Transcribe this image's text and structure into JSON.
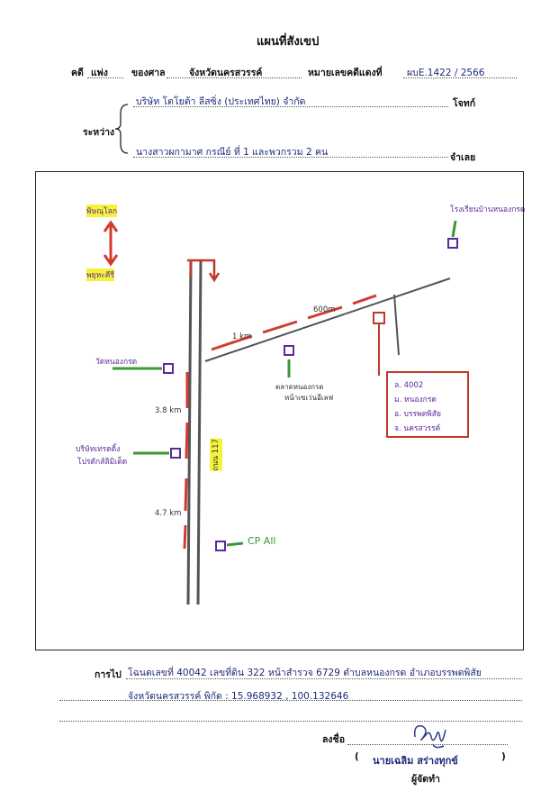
{
  "title": "แผนที่สังเขป",
  "header": {
    "case_label": "คดี",
    "case_type": "แพ่ง",
    "court_label": "ของศาล",
    "court_name": "จังหวัดนครสวรรค์",
    "red_case_label": "หมายเลขคดีแดงที่",
    "red_case_no": "ผบE.1422 / 2566"
  },
  "parties": {
    "between_label": "ระหว่าง",
    "plaintiff_name": "บริษัท โตโยต้า ลีสซิ่ง (ประเทศไทย) จำกัด",
    "plaintiff_role": "โจทก์",
    "defendant_name": "นางสาวผกามาศ กรณีย์ ที่ 1 และพวกรวม 2 คน",
    "defendant_role": "จำเลย"
  },
  "map": {
    "label_phitsanulok": "พิษณุโลก",
    "label_phayuhakhiri": "พยุหะคีรี",
    "label_korat_temple": "โรงเรียนบ้านหนองกรด",
    "label_wat": "วัดหนองกรด",
    "label_market": "ตลาดหนองกรด",
    "label_market2": "หน้าเซเว่นอีเลฟ",
    "label_3_8km": "3.8 km",
    "label_4_7km": "4.7 km",
    "label_1km": "1 km",
    "label_600m": "600m",
    "label_road_no": "ถนน 117",
    "label_factory_1": "บริษัทเทรดดิ้ง",
    "label_factory_2": "โปรดักส์ลิมิเต็ด",
    "label_cp": "CP All",
    "box_line1": "ล. 4002",
    "box_line2": "ม. หนองกรด",
    "box_line3": "อ. บรรพตพิสัย",
    "box_line4": "จ. นครสวรรค์",
    "colors": {
      "red": "#d23a2f",
      "green": "#3a9a35",
      "purple": "#5b2a9b",
      "road": "#555555",
      "pin": "#c0392b"
    }
  },
  "footer": {
    "direction_label": "การไป",
    "direction_line1": "โฉนดเลขที่ 40042 เลขที่ดิน 322 หน้าสำรวจ 6729 ตำบลหนองกรด อำเภอบรรพตพิสัย",
    "direction_line2": "จังหวัดนครสวรรค์   พิกัด : 15.968932 , 100.132646",
    "sign_label": "ลงชื่อ",
    "signer_name": "นายเฉลิม  สร่างทุกข์",
    "signer_role": "ผู้จัดทำ",
    "paren_open": "(",
    "paren_close": ")"
  }
}
